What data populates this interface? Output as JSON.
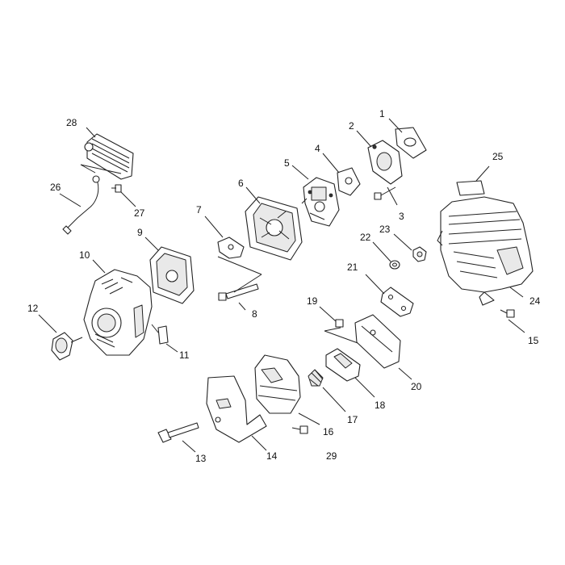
{
  "labels": {
    "p1": "1",
    "p2": "2",
    "p3": "3",
    "p4": "4",
    "p5": "5",
    "p6": "6",
    "p7": "7",
    "p8": "8",
    "p9": "9",
    "p10": "10",
    "p11": "11",
    "p12": "12",
    "p13": "13",
    "p14": "14",
    "p15": "15",
    "p16": "16",
    "p17": "17",
    "p18": "18",
    "p19": "19",
    "p20": "20",
    "p21": "21",
    "p22": "22",
    "p23": "23",
    "p24": "24",
    "p25": "25",
    "p26": "26",
    "p27": "27",
    "p28": "28",
    "p29": "29"
  },
  "colors": {
    "line": "#222222",
    "background": "#ffffff"
  }
}
